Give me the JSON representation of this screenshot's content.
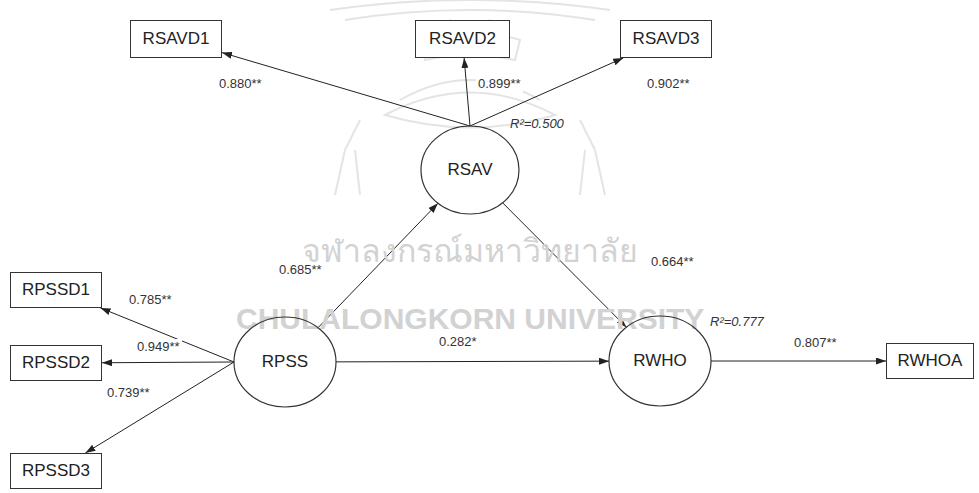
{
  "diagram": {
    "nodes": [
      {
        "text": [
          "RSAVD1"
        ]
      },
      {
        "text": [
          "RSAVD2"
        ]
      },
      {
        "text": [
          "RSAVD3"
        ]
      },
      {
        "text": [
          "RSAV"
        ]
      },
      {
        "text": [
          "RPSSD1"
        ]
      },
      {
        "text": [
          "RPSSD2"
        ]
      },
      {
        "text": [
          "RPSS"
        ]
      },
      {
        "text": [
          "RWHO"
        ]
      },
      {
        "text": [
          "RWHOA"
        ]
      },
      {
        "text": [
          "RPSSD3"
        ]
      }
    ],
    "edges": [
      {
        "from": 3,
        "to": 0,
        "label": "0.880**",
        "arrow": "to"
      },
      {
        "from": 3,
        "to": 1,
        "label": "0.899**",
        "arrow": "to"
      },
      {
        "from": 3,
        "to": 2,
        "label": "0.902**",
        "arrow": "to"
      },
      {
        "from": 6,
        "to": 3,
        "label": "0.685**",
        "arrow": "to"
      },
      {
        "from": 3,
        "to": 7,
        "label": "0.664**",
        "arrow": "to"
      },
      {
        "from": 6,
        "to": 4,
        "label": "0.785**",
        "arrow": "to"
      },
      {
        "from": 6,
        "to": 5,
        "label": "0.949**",
        "arrow": "to"
      },
      {
        "from": 6,
        "to": 9,
        "label": "0.739**",
        "arrow": "to"
      },
      {
        "from": 6,
        "to": 7,
        "label": "0.282*",
        "arrow": "to"
      },
      {
        "from": 7,
        "to": 8,
        "label": "0.807**",
        "arrow": "to"
      }
    ],
    "labels": [
      "R²=0.500",
      "R²=0.777",
      "จุฬาลงกรณ์มหาวิทยาลัย",
      "CHULALONGKORN UNIVERSITY"
    ]
  }
}
